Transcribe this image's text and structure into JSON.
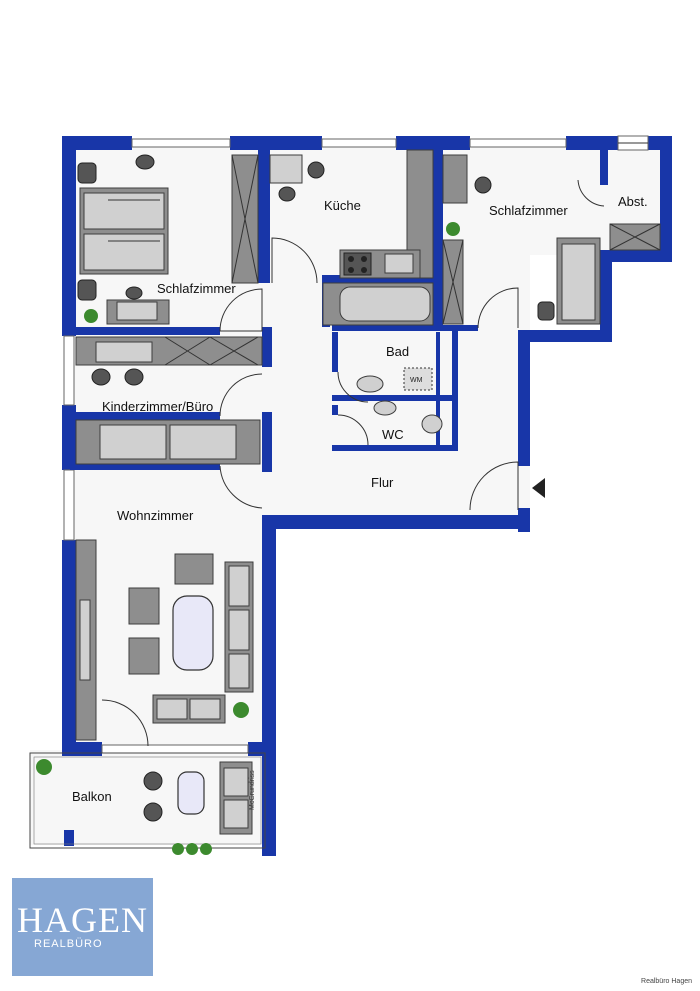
{
  "rooms": {
    "schlafzimmer_1": "Schlafzimmer",
    "kueche": "Küche",
    "schlafzimmer_2": "Schlafzimmer",
    "abst": "Abst.",
    "bad": "Bad",
    "wc": "WC",
    "kinderzimmer": "Kinderzimmer/Büro",
    "flur": "Flur",
    "wohnzimmer": "Wohnzimmer",
    "balkon": "Balkon"
  },
  "appliances": {
    "washing_machine": "WM"
  },
  "branding": {
    "logo_main": "HAGEN",
    "logo_sub": "REALBÜRO",
    "credit": "Realbüro Hagen",
    "side_credit": "McGrundriss"
  },
  "colors": {
    "wall": "#1836a8",
    "logo_background": "#86a7d4",
    "furniture": "#8e8e8e"
  }
}
